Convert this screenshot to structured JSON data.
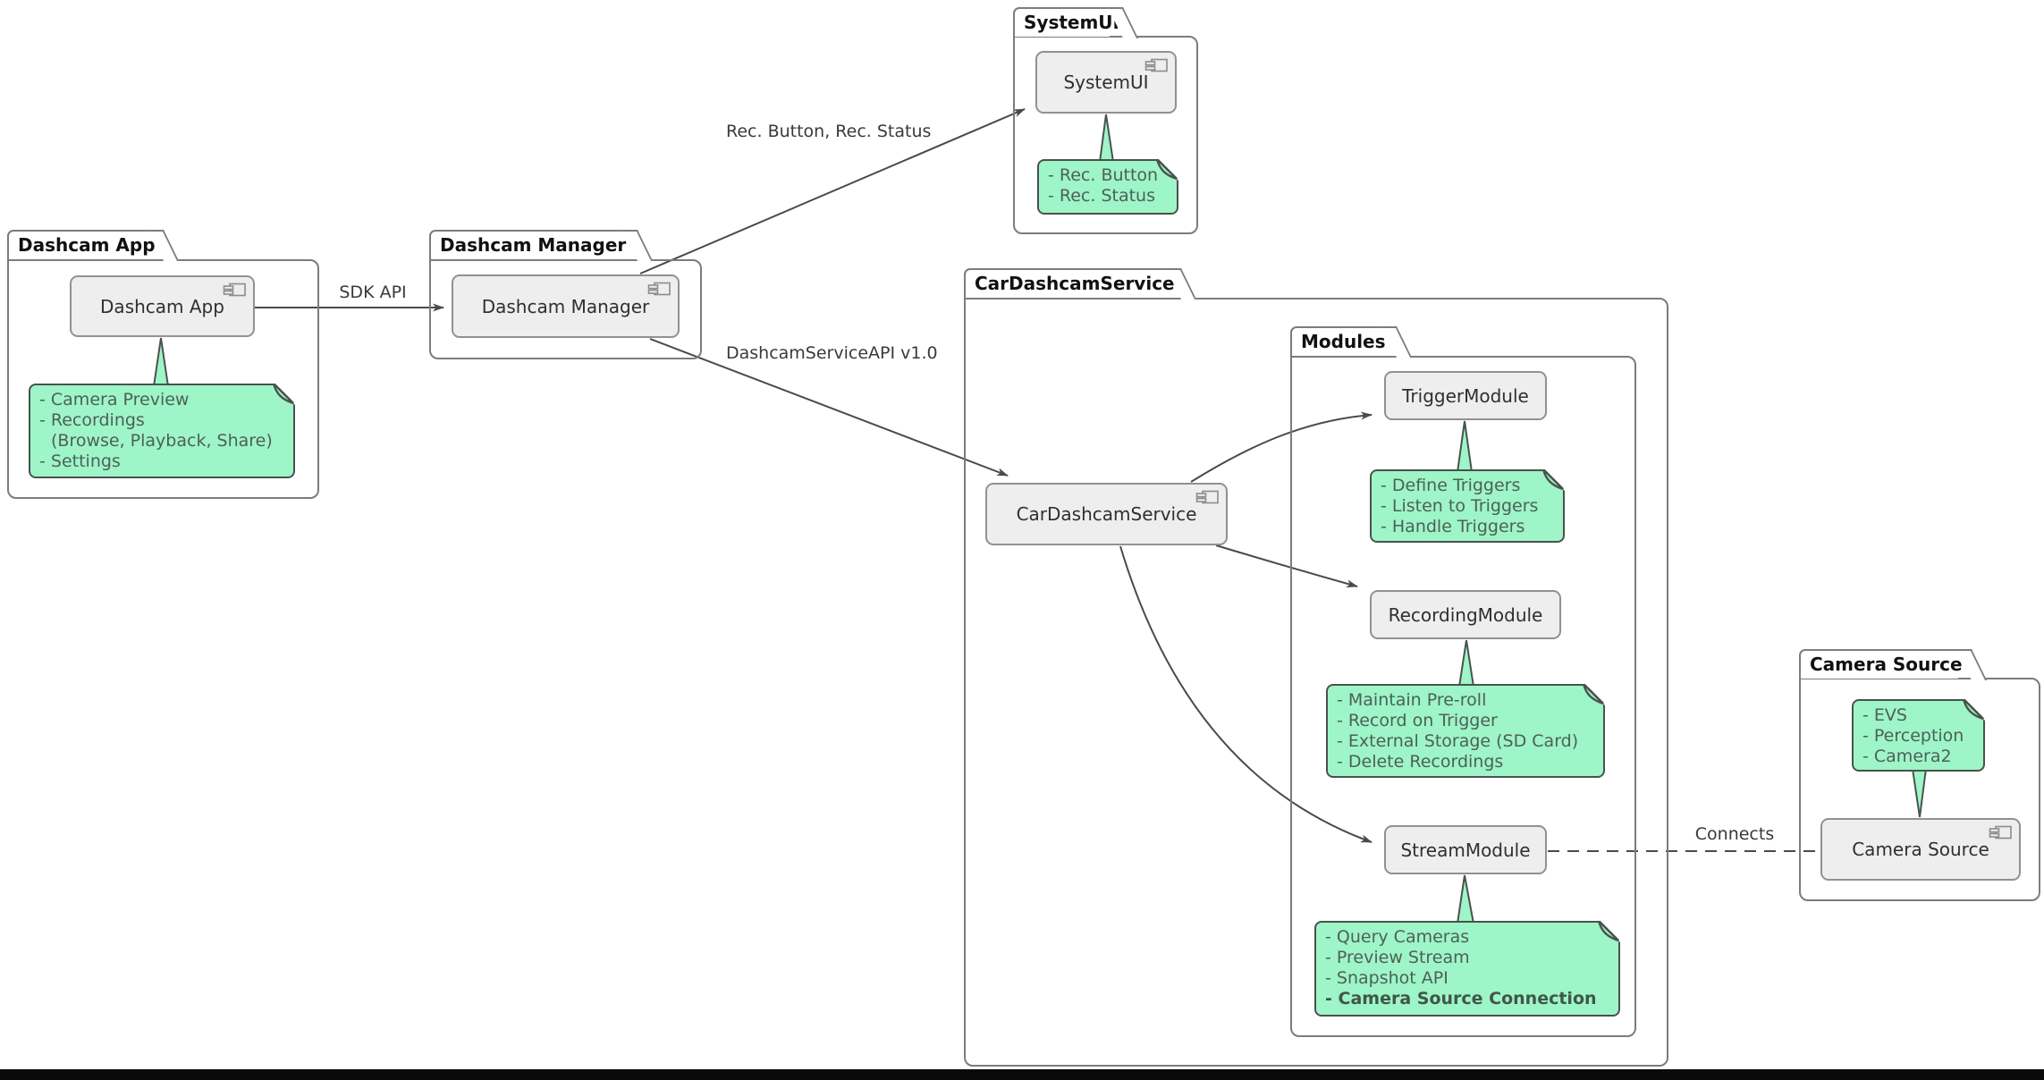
{
  "diagram": {
    "packages": {
      "dashcam_app": {
        "title": "Dashcam App"
      },
      "dashcam_manager": {
        "title": "Dashcam Manager"
      },
      "systemui": {
        "title": "SystemUI"
      },
      "cardashcamservice": {
        "title": "CarDashcamService"
      },
      "modules": {
        "title": "Modules"
      },
      "camera_source": {
        "title": "Camera Source"
      }
    },
    "components": {
      "dashcam_app": {
        "label": "Dashcam App"
      },
      "dashcam_manager": {
        "label": "Dashcam Manager"
      },
      "systemui": {
        "label": "SystemUI"
      },
      "cardashcamservice": {
        "label": "CarDashcamService"
      },
      "trigger_module": {
        "label": "TriggerModule"
      },
      "recording_module": {
        "label": "RecordingModule"
      },
      "stream_module": {
        "label": "StreamModule"
      },
      "camera_source": {
        "label": "Camera Source"
      }
    },
    "notes": {
      "dashcam_app": {
        "lines": [
          "- Camera Preview",
          "- Recordings",
          "(Browse, Playback, Share)",
          "- Settings"
        ]
      },
      "systemui": {
        "lines": [
          "- Rec. Button",
          "- Rec. Status"
        ]
      },
      "trigger_module": {
        "lines": [
          "- Define Triggers",
          "- Listen to Triggers",
          "- Handle Triggers"
        ]
      },
      "recording_module": {
        "lines": [
          "- Maintain Pre-roll",
          "- Record on Trigger",
          "- External Storage (SD Card)",
          "- Delete Recordings"
        ]
      },
      "stream_module": {
        "lines": [
          "- Query Cameras",
          "- Preview Stream",
          "- Snapshot API",
          "- Camera Source Connection"
        ]
      },
      "camera_source": {
        "lines": [
          "- EVS",
          "- Perception",
          "- Camera2"
        ]
      }
    },
    "edge_labels": {
      "sdk_api": "SDK API",
      "rec_button_status": "Rec. Button, Rec. Status",
      "dashcam_service_api": "DashcamServiceAPI v1.0",
      "connects": "Connects"
    },
    "colors": {
      "note_fill": "#9ef5c8",
      "note_border": "#4a524d",
      "note_text": "#4d6156",
      "component_fill": "#eeeeee",
      "component_border": "#919191",
      "package_border": "#7c7c7c",
      "arrow": "#4a4a4a",
      "bottom_bar": "#0a0a0a"
    }
  }
}
